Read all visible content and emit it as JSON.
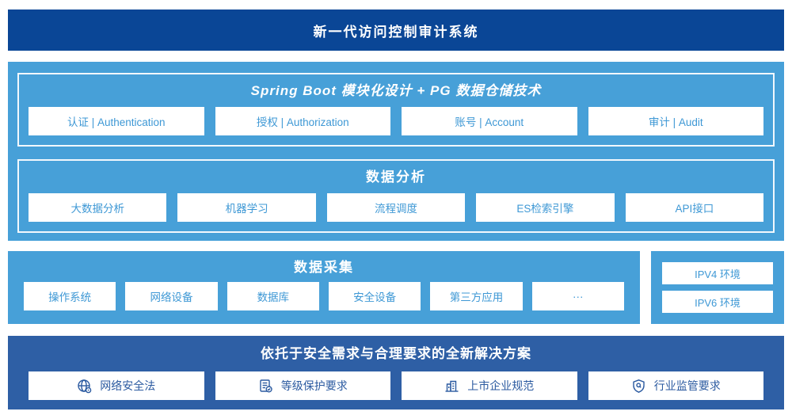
{
  "header": {
    "title": "新一代访问控制审计系统"
  },
  "platform": {
    "spring": {
      "title": "Spring Boot 模块化设计 + PG 数据仓储技术",
      "modules": [
        "认证 | Authentication",
        "授权 | Authorization",
        "账号 | Account",
        "审计 | Audit"
      ]
    },
    "analysis": {
      "title": "数据分析",
      "modules": [
        "大数据分析",
        "机器学习",
        "流程调度",
        "ES检索引擎",
        "API接口"
      ]
    }
  },
  "collection": {
    "title": "数据采集",
    "sources": [
      "操作系统",
      "网络设备",
      "数据库",
      "安全设备",
      "第三方应用",
      "···"
    ]
  },
  "environments": [
    "IPV4 环境",
    "IPV6 环境"
  ],
  "solution": {
    "title": "依托于安全需求与合理要求的全新解决方案",
    "items": [
      {
        "icon": "globe-law-icon",
        "label": "网络安全法"
      },
      {
        "icon": "document-check-icon",
        "label": "等级保护要求"
      },
      {
        "icon": "building-icon",
        "label": "上市企业规范"
      },
      {
        "icon": "shield-search-icon",
        "label": "行业监管要求"
      }
    ]
  },
  "colors": {
    "banner_navy": "#0a4696",
    "section_blue": "#47a0d8",
    "solution_blue": "#2e5fa5",
    "module_text_blue": "#3e98d5",
    "solution_text_blue": "#2b5aa0"
  }
}
